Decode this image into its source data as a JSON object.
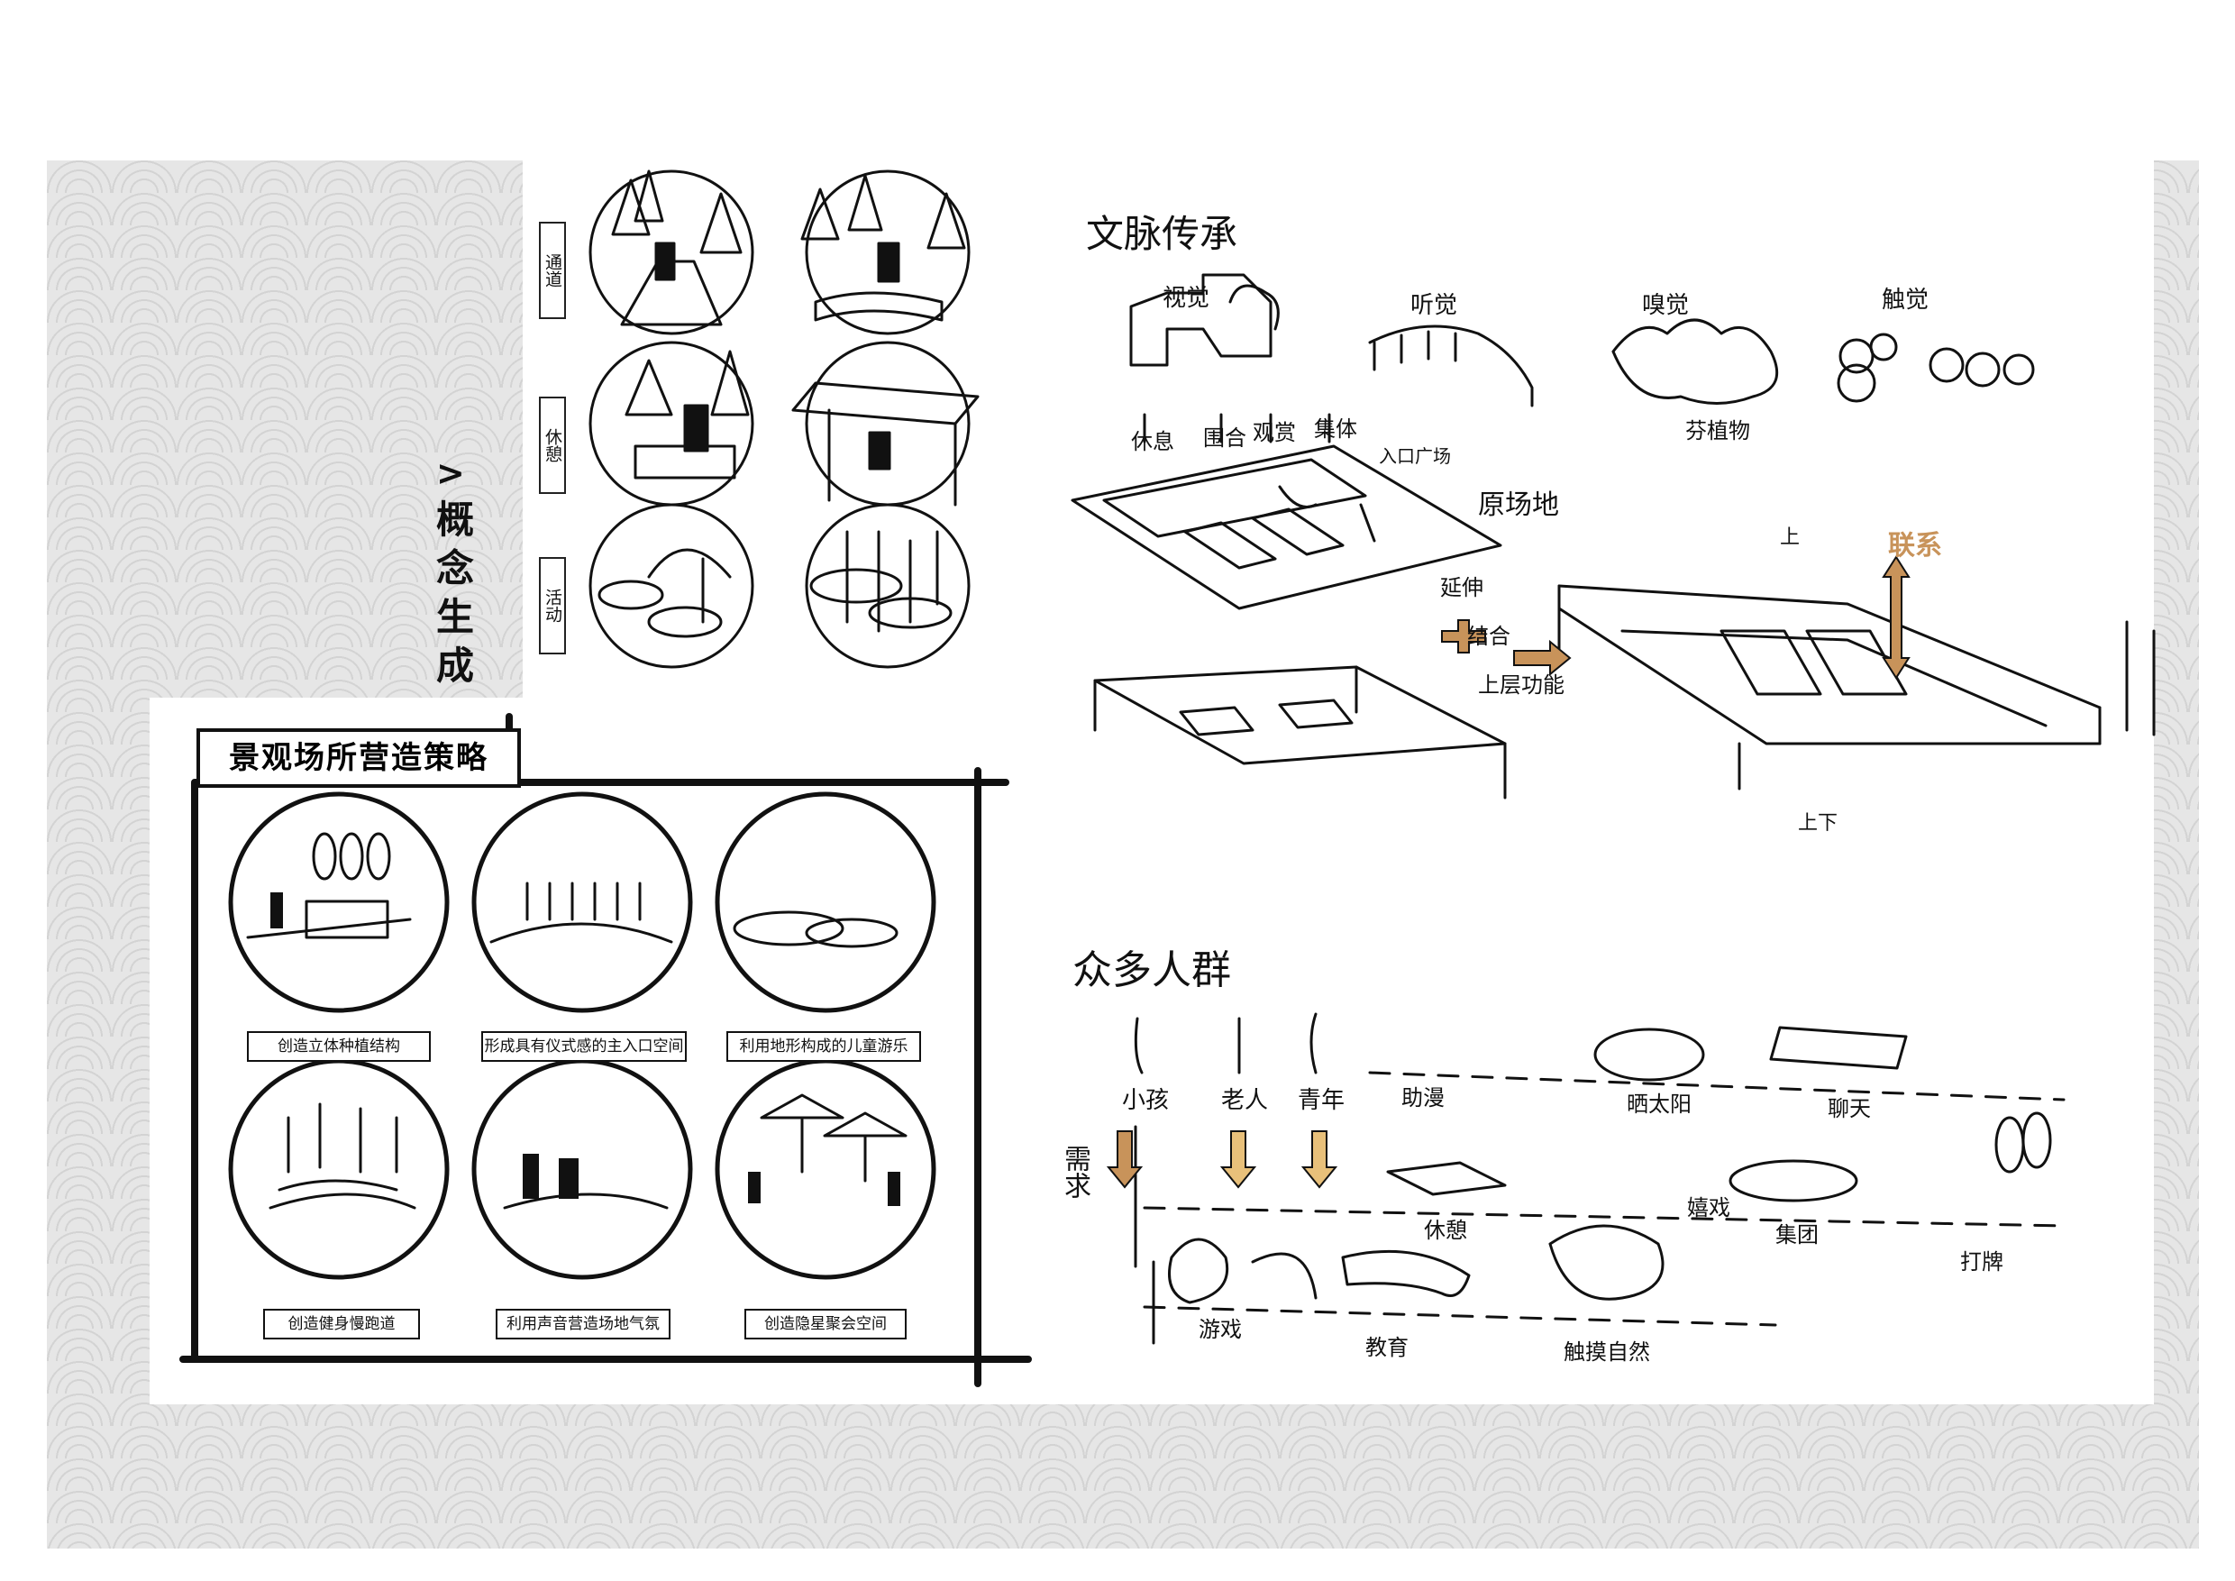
{
  "concept_title": {
    "marker": ">",
    "chars": [
      "概",
      "念",
      "生",
      "成"
    ]
  },
  "sketch_labels": {
    "passage": "通道",
    "rest": "休憩",
    "activity": "活动"
  },
  "section_culture": {
    "title": "文脉传承",
    "senses": [
      "视觉",
      "听觉",
      "嗅觉",
      "触觉"
    ],
    "sense_notes": [
      "芬植物"
    ],
    "functions": [
      "休息",
      "围合",
      "观赏",
      "集体",
      "入口广场"
    ],
    "site": "原场地",
    "extend": "延伸",
    "combine": "结合",
    "upper": "上层功能",
    "up": "上",
    "down": "上下",
    "link": "联系"
  },
  "section_people": {
    "title": "众多人群",
    "groups": [
      "小孩",
      "老人",
      "青年"
    ],
    "needs": "需求",
    "row1": [
      "助漫",
      "晒太阳",
      "聊天"
    ],
    "row2": [
      "休憩",
      "嬉戏",
      "集团",
      "打牌"
    ],
    "row3": [
      "游戏",
      "教育",
      "触摸自然"
    ]
  },
  "strategy": {
    "title": "景观场所营造策略",
    "captions": [
      "创造立体种植结构",
      "形成具有仪式感的主入口空间",
      "利用地形构成的儿童游乐",
      "创造健身慢跑道",
      "利用声音营造场地气氛",
      "创造隐星聚会空间"
    ]
  },
  "colors": {
    "accent": "#c8935a",
    "ink": "#111111"
  }
}
